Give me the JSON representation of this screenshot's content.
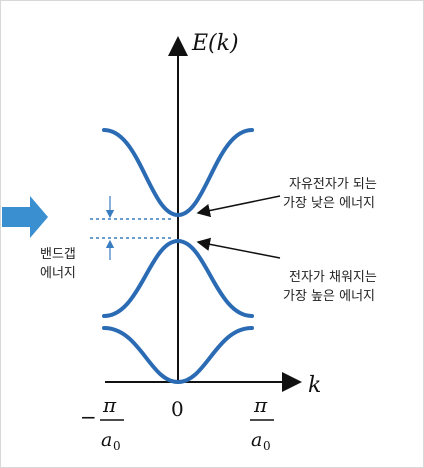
{
  "axes": {
    "y_label": "E(k)",
    "x_label": "k",
    "tick_left": "−π/a₀",
    "tick_center": "0",
    "tick_right": "π/a₀"
  },
  "annotations": {
    "bandgap": [
      "밴드갭",
      "에너지"
    ],
    "upper_callout": [
      "자유전자가 되는",
      "가장 낮은 에너지"
    ],
    "lower_callout": [
      "전자가 채워지는",
      "가장 높은 에너지"
    ]
  },
  "colors": {
    "band": "#2a6bb4",
    "arrow": "#3a8fd0",
    "axis": "#111111",
    "dashed": "#3a7cc0"
  }
}
